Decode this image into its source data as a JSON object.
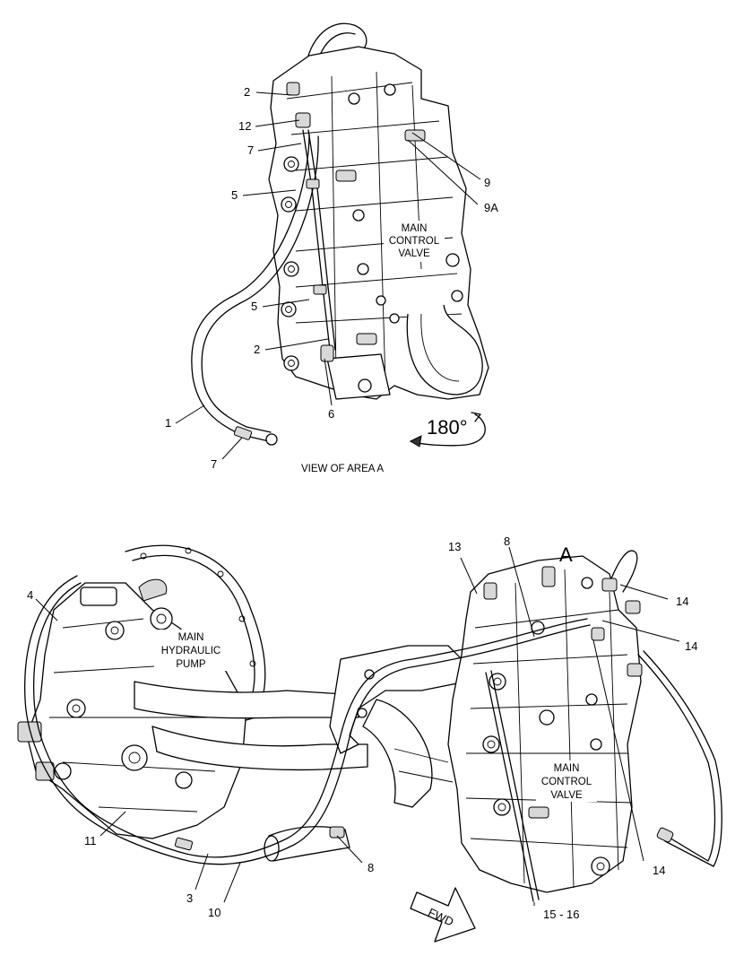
{
  "top_view": {
    "title": "VIEW OF AREA A",
    "component_label": [
      "MAIN",
      "CONTROL",
      "VALVE"
    ],
    "rotation_label": "180°",
    "callouts": [
      "2",
      "12",
      "7",
      "5",
      "9",
      "9A",
      "5",
      "2",
      "6",
      "1",
      "7"
    ]
  },
  "bottom_view": {
    "area_marker": "A",
    "pump_label": [
      "MAIN",
      "HYDRAULIC",
      "PUMP"
    ],
    "valve_label": [
      "MAIN",
      "CONTROL",
      "VALVE"
    ],
    "fwd_label": "FWD",
    "callouts": [
      "4",
      "13",
      "8",
      "14",
      "14",
      "11",
      "3",
      "10",
      "8",
      "15 - 16",
      "14"
    ]
  },
  "colors": {
    "ink": "#000000",
    "background": "#ffffff"
  }
}
